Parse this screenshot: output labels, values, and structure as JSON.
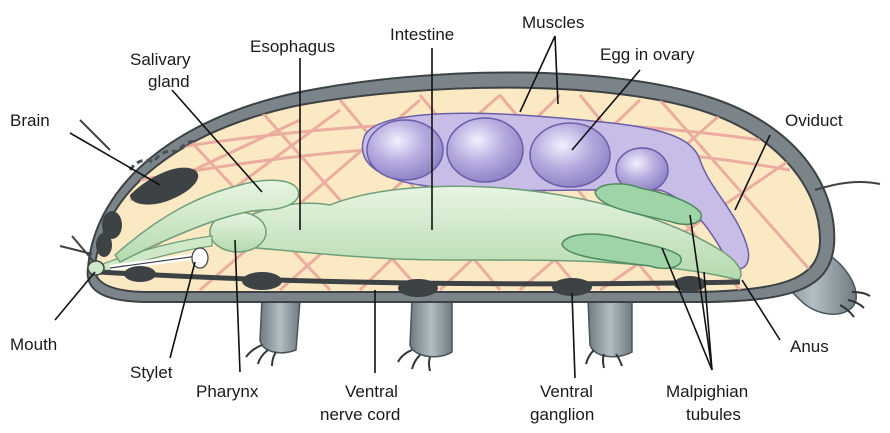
{
  "labels": {
    "brain": "Brain",
    "salivary_gland_line1": "Salivary",
    "salivary_gland_line2": "gland",
    "esophagus": "Esophagus",
    "intestine": "Intestine",
    "muscles": "Muscles",
    "egg_in_ovary": "Egg in ovary",
    "oviduct": "Oviduct",
    "mouth": "Mouth",
    "stylet": "Stylet",
    "pharynx": "Pharynx",
    "ventral_nerve_cord_line1": "Ventral",
    "ventral_nerve_cord_line2": "nerve cord",
    "ventral_ganglion_line1": "Ventral",
    "ventral_ganglion_line2": "ganglion",
    "malpighian_tubules_line1": "Malpighian",
    "malpighian_tubules_line2": "tubules",
    "anus": "Anus"
  },
  "colors": {
    "body_fill": "#fbe9c4",
    "cuticle": "#6b7378",
    "legs": "#8c9aa0",
    "muscle_strands": "#e9a79c",
    "gut": "#cfe8c8",
    "gut_stroke": "#7aa882",
    "ovary": "#c7bde6",
    "egg": "#b4a9df",
    "nerve": "#3d4245",
    "leader_line": "#111111"
  }
}
